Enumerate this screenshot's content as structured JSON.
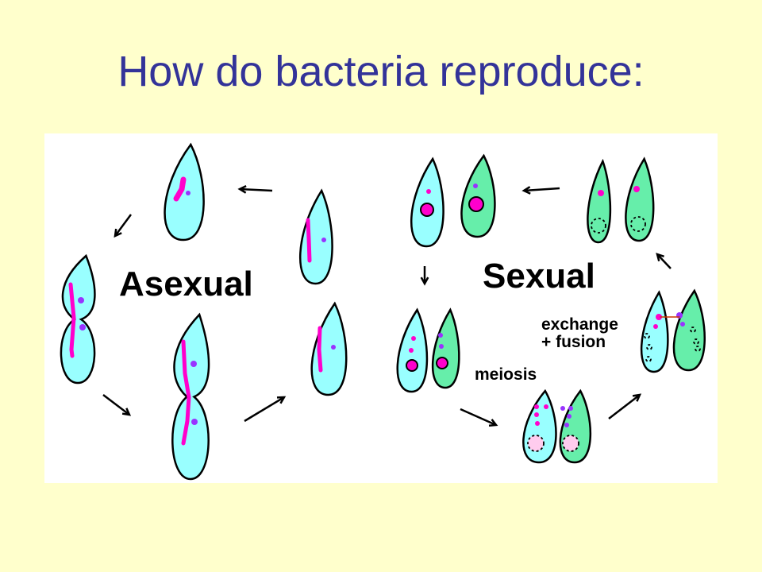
{
  "slide": {
    "title": "How do bacteria reproduce:"
  },
  "diagram": {
    "asexual_label": "Asexual",
    "sexual_label": "Sexual",
    "meiosis_label": "meiosis",
    "exchange_label": "exchange",
    "fusion_label": "+ fusion",
    "colors": {
      "cyan_cell": "#99FFFF",
      "green_cell": "#66EEAA",
      "nucleus": "#FF00CC",
      "plasmid": "#9933FF",
      "title": "#333399",
      "background": "#FFFFCC"
    }
  }
}
